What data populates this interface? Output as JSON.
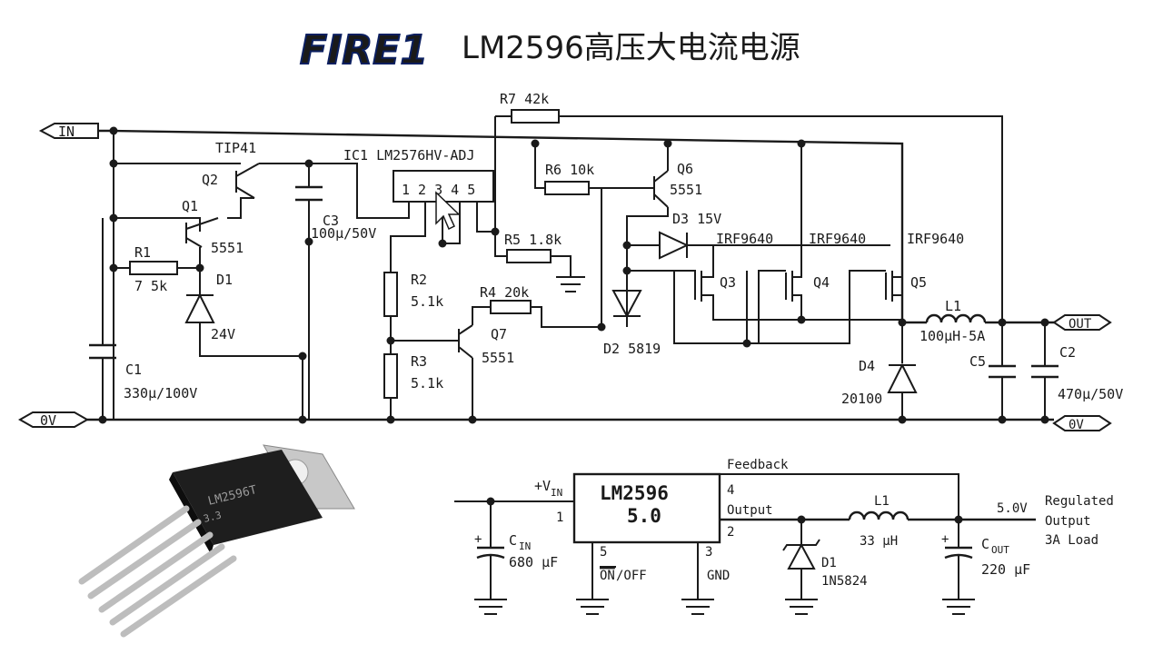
{
  "title": {
    "logo": "FIRE1",
    "text": "LM2596高压大电流电源"
  },
  "top_circuit": {
    "in_label": "IN",
    "out_label": "OUT",
    "gnd_left": "0V",
    "gnd_right": "0V",
    "labels": {
      "r7": "R7 42k",
      "tip41": "TIP41",
      "ic1": "IC1 LM2576HV-ADJ",
      "pins": "1 2 3 4 5",
      "q2": "Q2",
      "q1": "Q1",
      "q1_part": "5551",
      "r1": "R1",
      "r1_val": "7 5k",
      "d1": "D1",
      "d1_val": "24V",
      "c1": "C1",
      "c1_val": "330μ/100V",
      "c3": "C3",
      "c3_val": "100μ/50V",
      "r6": "R6 10k",
      "q6": "Q6",
      "q6_part": "5551",
      "d3": "D3 15V",
      "irf_q3": "IRF9640",
      "irf_q4": "IRF9640",
      "irf_q5": "IRF9640",
      "r5": "R5 1.8k",
      "r2": "R2",
      "r2_val": "5.1k",
      "r3": "R3",
      "r3_val": "5.1k",
      "r4": "R4 20k",
      "q7": "Q7",
      "q7_part": "5551",
      "q3": "Q3",
      "q4": "Q4",
      "q5": "Q5",
      "d2": "D2 5819",
      "l1": "L1",
      "l1_val": "100μH-5A",
      "d4": "D4",
      "d4_val": "20100",
      "c5": "C5",
      "c2": "C2",
      "c2_val": "470μ/50V"
    }
  },
  "bottom_circuit": {
    "ic_name": "LM2596",
    "ic_version": "5.0",
    "vin": "+V",
    "vin_sub": "IN",
    "pin1": "1",
    "pin2": "2",
    "pin3": "3",
    "pin4": "4",
    "pin5": "5",
    "feedback": "Feedback",
    "output": "Output",
    "on_bar": "ON",
    "off": "/OFF",
    "gnd": "GND",
    "cin": "C",
    "cin_sub": "IN",
    "cin_val": "680 μF",
    "l1": "L1",
    "l1_val": "33 μH",
    "d1": "D1",
    "d1_part": "1N5824",
    "cout": "C",
    "cout_sub": "OUT",
    "cout_val": "220 μF",
    "vout": "5.0V",
    "reg1": "Regulated",
    "reg2": "Output",
    "reg3": "3A Load"
  },
  "chip_photo": {
    "line1": "LM2596T",
    "line2": "3.3"
  }
}
